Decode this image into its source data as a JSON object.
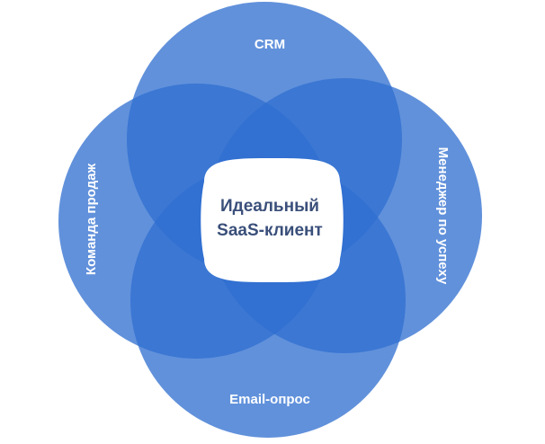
{
  "diagram": {
    "center": {
      "line1": "Идеальный",
      "line2": "SaaS-клиент",
      "text_color": "#3a4f7a",
      "fill_color": "#ffffff"
    },
    "petals": [
      {
        "id": "top",
        "label": "CRM"
      },
      {
        "id": "right",
        "label": "Менеджер по успеху"
      },
      {
        "id": "bottom",
        "label": "Email-опрос"
      },
      {
        "id": "left",
        "label": "Команда продаж"
      }
    ],
    "colors": {
      "petal_fill": "#2f6fd0",
      "label_text": "#ffffff"
    }
  }
}
